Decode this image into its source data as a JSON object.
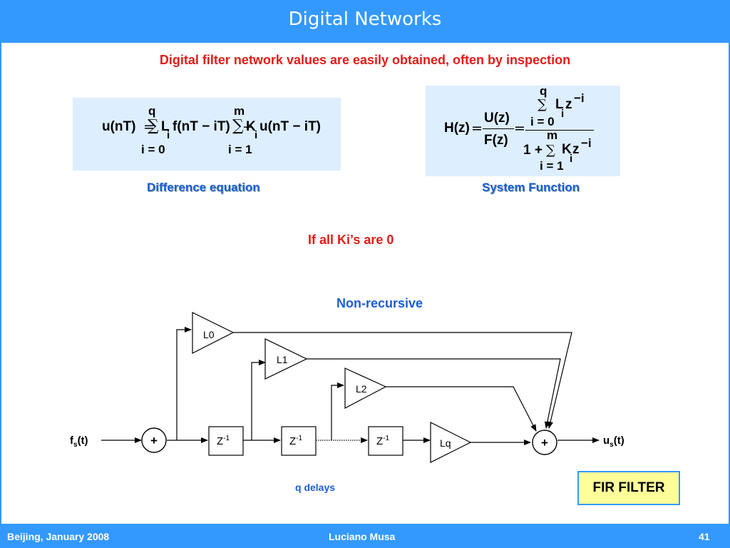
{
  "header": {
    "title": "Digital Networks"
  },
  "subtitle": "Digital filter network values are easily obtained, often by inspection",
  "difference_equation": {
    "label": "Difference equation",
    "lhs": "u(nT)",
    "eq": "=",
    "sum1_top": "q",
    "sum1_bottom": "i = 0",
    "term1_coef": "L",
    "term1_sub": "i",
    "term1_arg": "f(nT − iT)",
    "minus": "−",
    "sum2_top": "m",
    "sum2_bottom": "i = 1",
    "term2_coef": "K",
    "term2_sub": "i",
    "term2_arg": "u(nT − iT)"
  },
  "system_function": {
    "label": "System Function",
    "lhs": "H(z)",
    "eq": "=",
    "num": "U(z)",
    "den": "F(z)",
    "eq2": "=",
    "n_top": "q",
    "n_bottom": "i = 0",
    "n_term": "L",
    "n_sub": "i",
    "n_z": "z",
    "n_exp": "−i",
    "d_one": "1 +",
    "d_top": "m",
    "d_bottom": "i = 1",
    "d_term": "K",
    "d_sub": "i",
    "d_z": "z",
    "d_exp": "−i"
  },
  "condition": "If all Ki’s are 0",
  "diagram": {
    "title": "Non-recursive",
    "input": "f",
    "input_sub": "s",
    "input_arg": "(t)",
    "output": "u",
    "output_sub": "s",
    "output_arg": "(t)",
    "adder_in": "+",
    "adder_out": "+",
    "delay_base": "Z",
    "delay_exp": "-1",
    "gains": [
      "L0",
      "L1",
      "L2",
      "Lq"
    ],
    "delays_label": "q delays"
  },
  "fir_label": "FIR FILTER",
  "footer": {
    "left": "Beijing, January  2008",
    "center": "Luciano Musa",
    "right": "41"
  },
  "colors": {
    "accent": "#3399ff",
    "red": "#e41b17",
    "blue": "#1a5fd6",
    "box": "#ddeeff",
    "fir_bg": "#ffff99"
  }
}
